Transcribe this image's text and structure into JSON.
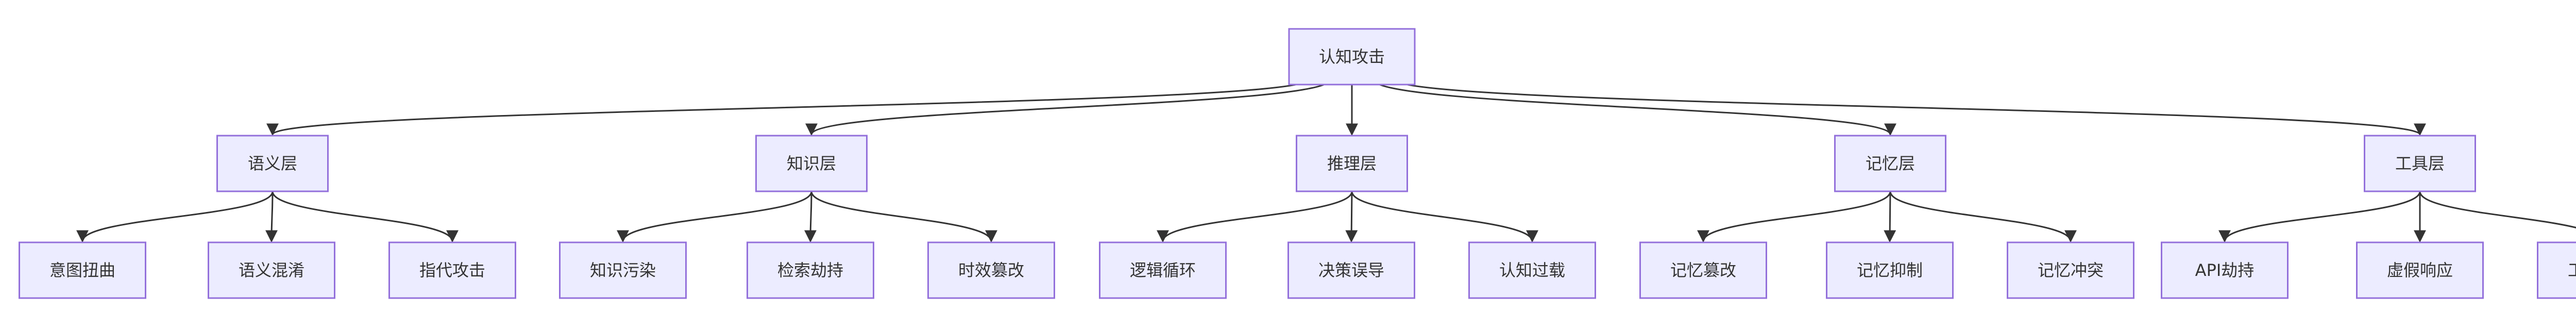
{
  "diagram": {
    "root": {
      "label": "认知攻击"
    },
    "layers": [
      {
        "label": "语义层",
        "children": [
          "意图扭曲",
          "语义混淆",
          "指代攻击"
        ]
      },
      {
        "label": "知识层",
        "children": [
          "知识污染",
          "检索劫持",
          "时效篡改"
        ]
      },
      {
        "label": "推理层",
        "children": [
          "逻辑循环",
          "决策误导",
          "认知过载"
        ]
      },
      {
        "label": "记忆层",
        "children": [
          "记忆篡改",
          "记忆抑制",
          "记忆冲突"
        ]
      },
      {
        "label": "工具层",
        "children": [
          "API劫持",
          "虚假响应",
          "工具混淆"
        ]
      }
    ],
    "colors": {
      "node_fill": "#ECECFF",
      "node_stroke": "#9370DB",
      "edge": "#333333",
      "text": "#333333"
    }
  }
}
